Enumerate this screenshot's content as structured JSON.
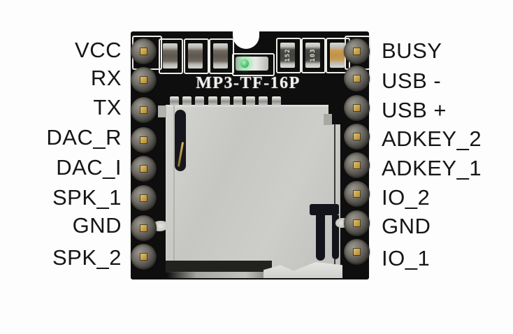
{
  "module": {
    "silkscreen_label": "MP3-TF-16P",
    "left_pins": [
      "VCC",
      "RX",
      "TX",
      "DAC_R",
      "DAC_I",
      "SPK_1",
      "GND",
      "SPK_2"
    ],
    "right_pins": [
      "BUSY",
      "USB -",
      "USB +",
      "ADKEY_2",
      "ADKEY_1",
      "IO_2",
      "GND",
      "IO_1"
    ],
    "smd_markings": [
      "152",
      "103"
    ],
    "card_contact_count": 9
  },
  "colors": {
    "background": "#fdfdfd",
    "pcb": "#0e0e0e",
    "card_slot_metal": "#c9c9c6",
    "silkscreen": "#edece8",
    "pin_gold": "#c7a449",
    "led_green": "#4ec76d",
    "label_text": "#161616"
  }
}
